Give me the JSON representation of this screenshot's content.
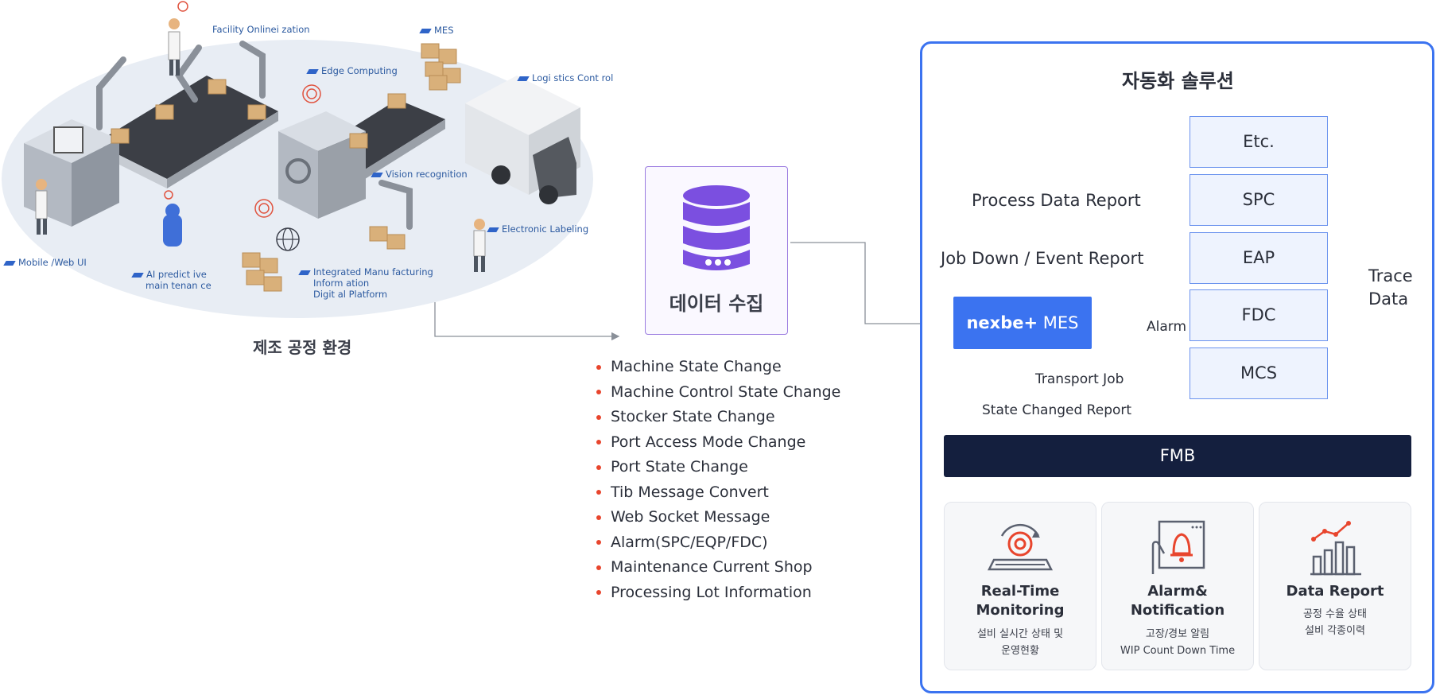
{
  "factory": {
    "labels": {
      "facility": "Facility Onlinei   zation",
      "mes": "MES",
      "edge": "Edge Computing",
      "logistics": "Logi stics Cont rol",
      "vision": "Vision  recognition",
      "electronic": "Electronic Labeling",
      "mobile": "Mobile /Web UI",
      "ai_line1": "AI predict ive",
      "ai_line2": "main tenan ce",
      "imi_line1": "Integrated Manu facturing",
      "imi_line2": "Inform ation",
      "imi_line3": "Digit al Platform"
    },
    "caption": "제조 공정 환경"
  },
  "data_collection": {
    "title": "데이터 수집",
    "items": [
      "Machine State Change",
      "Machine Control State Change",
      "Stocker State Change",
      "Port Access Mode Change",
      "Port State Change",
      "Tib Message Convert",
      "Web Socket Message",
      "Alarm(SPC/EQP/FDC)",
      "Maintenance Current Shop",
      "Processing Lot Information"
    ]
  },
  "automation": {
    "title": "자동화 솔루션",
    "systems": [
      "Etc.",
      "SPC",
      "EAP",
      "FDC",
      "MCS"
    ],
    "process_data_report": "Process Data Report",
    "job_down_event_report": "Job Down / Event Report",
    "mes_brand": "nexbe+",
    "mes_label": "MES",
    "alarm": "Alarm",
    "transport_job": "Transport Job",
    "state_changed_report": "State Changed Report",
    "trace_line1": "Trace",
    "trace_line2": "Data",
    "fmb": "FMB",
    "cards": [
      {
        "title_line1": "Real-Time",
        "title_line2": "Monitoring",
        "desc_line1": "설비 실시간 상태 및",
        "desc_line2": "운영현황",
        "icon": "monitoring-gear-icon"
      },
      {
        "title_line1": "Alarm&",
        "title_line2": "Notification",
        "desc_line1": "고장/경보 알림",
        "desc_line2": "WIP Count Down Time",
        "icon": "alarm-bell-icon"
      },
      {
        "title_line1": "Data Report",
        "title_line2": "",
        "desc_line1": "공정 수율 상태",
        "desc_line2": "설비 각종이력",
        "icon": "bar-chart-icon"
      }
    ]
  },
  "colors": {
    "accent_blue": "#3b73f0",
    "purple": "#7b4fe0",
    "bullet_red": "#e8452d",
    "fmb_navy": "#141f3e"
  }
}
